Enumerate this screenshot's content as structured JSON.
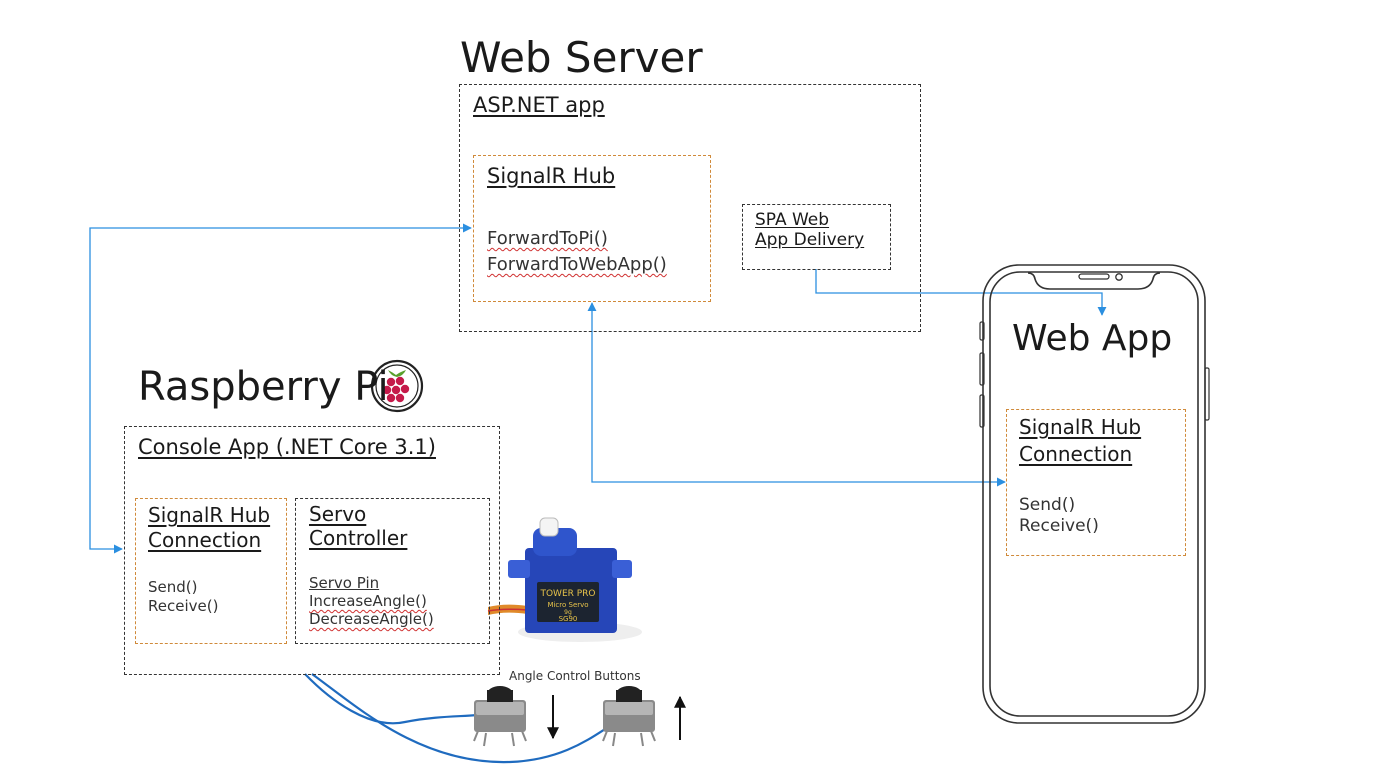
{
  "web_server": {
    "title": "Web Server",
    "app_label": "ASP.NET app",
    "hub": {
      "title": "SignalR Hub",
      "methods": [
        "ForwardToPi()",
        "ForwardToWebApp()"
      ]
    },
    "spa": {
      "line1": "SPA Web",
      "line2": "App Delivery"
    }
  },
  "raspberry_pi": {
    "title": "Raspberry Pi",
    "logo_icon": "raspberry-logo-icon",
    "console_label": "Console App (.NET Core 3.1)",
    "hub_connection": {
      "line1": "SignalR Hub",
      "line2": "Connection",
      "methods": [
        "Send()",
        "Receive()"
      ]
    },
    "servo": {
      "line1": "Servo",
      "line2": "Controller",
      "pin_label": "Servo Pin",
      "methods": [
        "IncreaseAngle()",
        "DecreaseAngle()"
      ]
    },
    "servo_image": {
      "brand": "TOWER PRO",
      "model_line1": "Micro Servo",
      "model_line2": "9g",
      "model_code": "SG90"
    },
    "buttons_caption": "Angle Control Buttons"
  },
  "web_app": {
    "title": "Web App",
    "hub_connection": {
      "line1": "SignalR Hub",
      "line2": "Connection",
      "methods": [
        "Send()",
        "Receive()"
      ]
    }
  },
  "colors": {
    "connector": "#2b8fe0",
    "wire": "#1f6bbf",
    "orange_border": "#d08a3a"
  }
}
